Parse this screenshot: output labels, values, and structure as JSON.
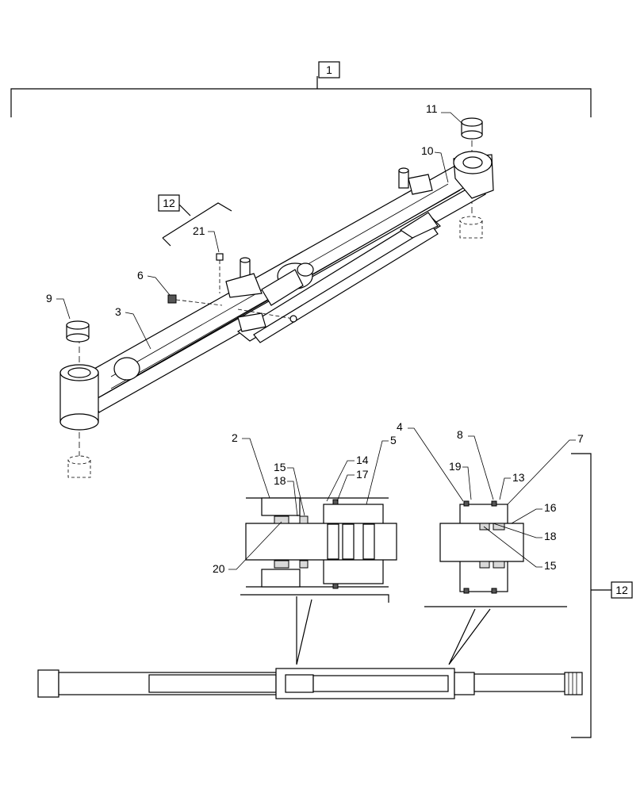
{
  "diagram": {
    "assembly_callout": "1",
    "kit_callout_top": "12",
    "kit_callout_right": "12",
    "callouts": {
      "c2": "2",
      "c3": "3",
      "c4": "4",
      "c5": "5",
      "c6": "6",
      "c7": "7",
      "c8": "8",
      "c9": "9",
      "c10": "10",
      "c11": "11",
      "c13": "13",
      "c14": "14",
      "c15a": "15",
      "c15b": "15",
      "c16": "16",
      "c17": "17",
      "c18a": "18",
      "c18b": "18",
      "c19": "19",
      "c20": "20",
      "c21": "21"
    }
  }
}
